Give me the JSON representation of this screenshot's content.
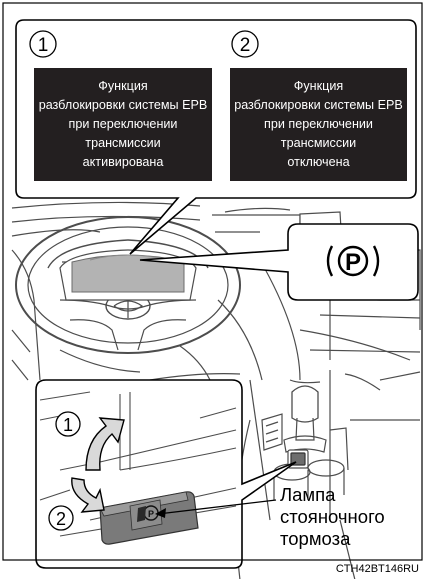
{
  "callouts": [
    {
      "number": "1",
      "lines": [
        "Функция",
        "разблокировки системы EPB",
        "при переключении",
        "трансмиссии",
        "активирована"
      ]
    },
    {
      "number": "2",
      "lines": [
        "Функция",
        "разблокировки системы EPB",
        "при переключении",
        "трансмиссии",
        "отключена"
      ]
    }
  ],
  "indicator_symbol": "(P)",
  "switch_steps": [
    "1",
    "2"
  ],
  "lamp_caption": [
    "Лампа",
    "стояночного",
    "тормоза"
  ],
  "figure_code": "CTH42BT146RU",
  "colors": {
    "message_bg": "#231f20",
    "lamp_indicator": "#2a2a2a",
    "arrow_fill": "#d9d9d9"
  },
  "icons": [
    "parking-brake-icon",
    "epb-switch-icon"
  ]
}
